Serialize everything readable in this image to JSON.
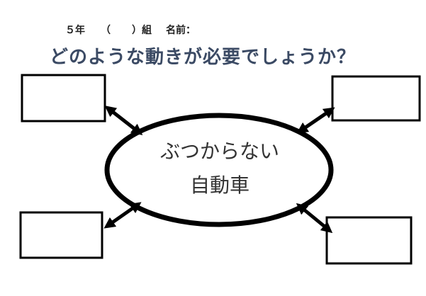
{
  "header": {
    "grade": "５年",
    "paren_open": "（",
    "paren_close": "）組",
    "name_label": "名前："
  },
  "title": "どのような動きが必要でしょうか？",
  "center": {
    "line1": "ぶつからない",
    "line2": "自動車"
  },
  "answer_boxes": [
    {
      "id": "top-left",
      "value": ""
    },
    {
      "id": "top-right",
      "value": ""
    },
    {
      "id": "bottom-left",
      "value": ""
    },
    {
      "id": "bottom-right",
      "value": ""
    }
  ],
  "colors": {
    "title": "#3b4a64",
    "stroke": "#000000",
    "text": "#333333"
  }
}
